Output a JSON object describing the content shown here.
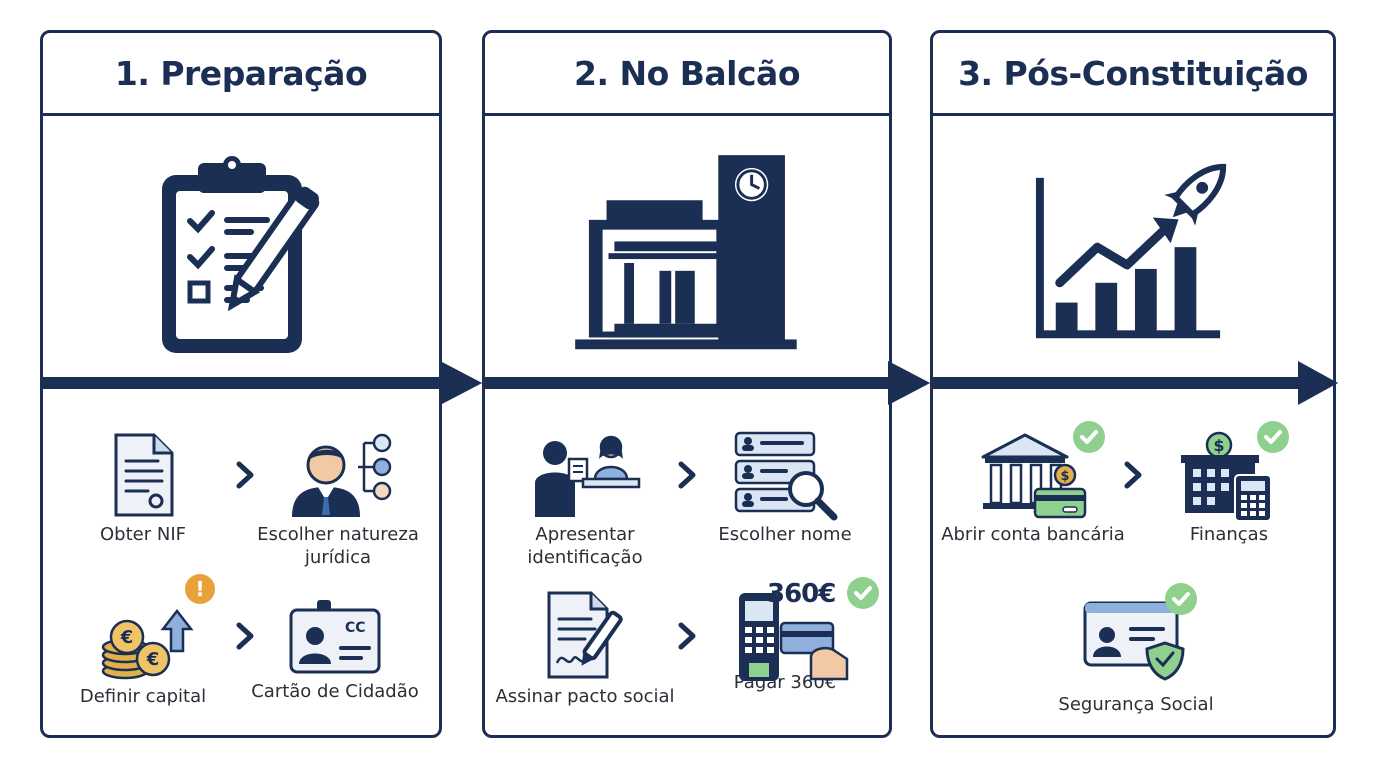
{
  "colors": {
    "navy": "#1b2f55",
    "light_blue": "#dbe6f5",
    "mid_blue": "#8fb0dd",
    "green_check": "#8fd08e",
    "coin_gold": "#e2b04a",
    "warning_orange": "#e8a23a"
  },
  "steps": [
    {
      "title": "1. Preparação",
      "items": [
        {
          "label": "Obter NIF",
          "icon": "document-icon"
        },
        {
          "label": "Escolher natureza jurídica",
          "icon": "businessman-options-icon"
        },
        {
          "label": "Definir capital",
          "icon": "euro-coins-icon",
          "badge": "!"
        },
        {
          "label": "Cartão de Cidadão",
          "icon": "id-card-icon",
          "card_text": "CC"
        }
      ]
    },
    {
      "title": "2. No Balcão",
      "items": [
        {
          "label": "Apresentar identificação",
          "icon": "counter-service-icon"
        },
        {
          "label": "Escolher nome",
          "icon": "name-search-icon"
        },
        {
          "label": "Assinar pacto social",
          "icon": "sign-document-icon"
        },
        {
          "label": "Pagar 360€",
          "icon": "card-payment-icon",
          "amount": "360€"
        }
      ]
    },
    {
      "title": "3. Pós-Constituição",
      "items": [
        {
          "label": "Abrir conta bancária",
          "icon": "bank-icon"
        },
        {
          "label": "Finanças",
          "icon": "finance-office-icon"
        },
        {
          "label": "Segurança Social",
          "icon": "social-security-card-icon"
        }
      ]
    }
  ]
}
